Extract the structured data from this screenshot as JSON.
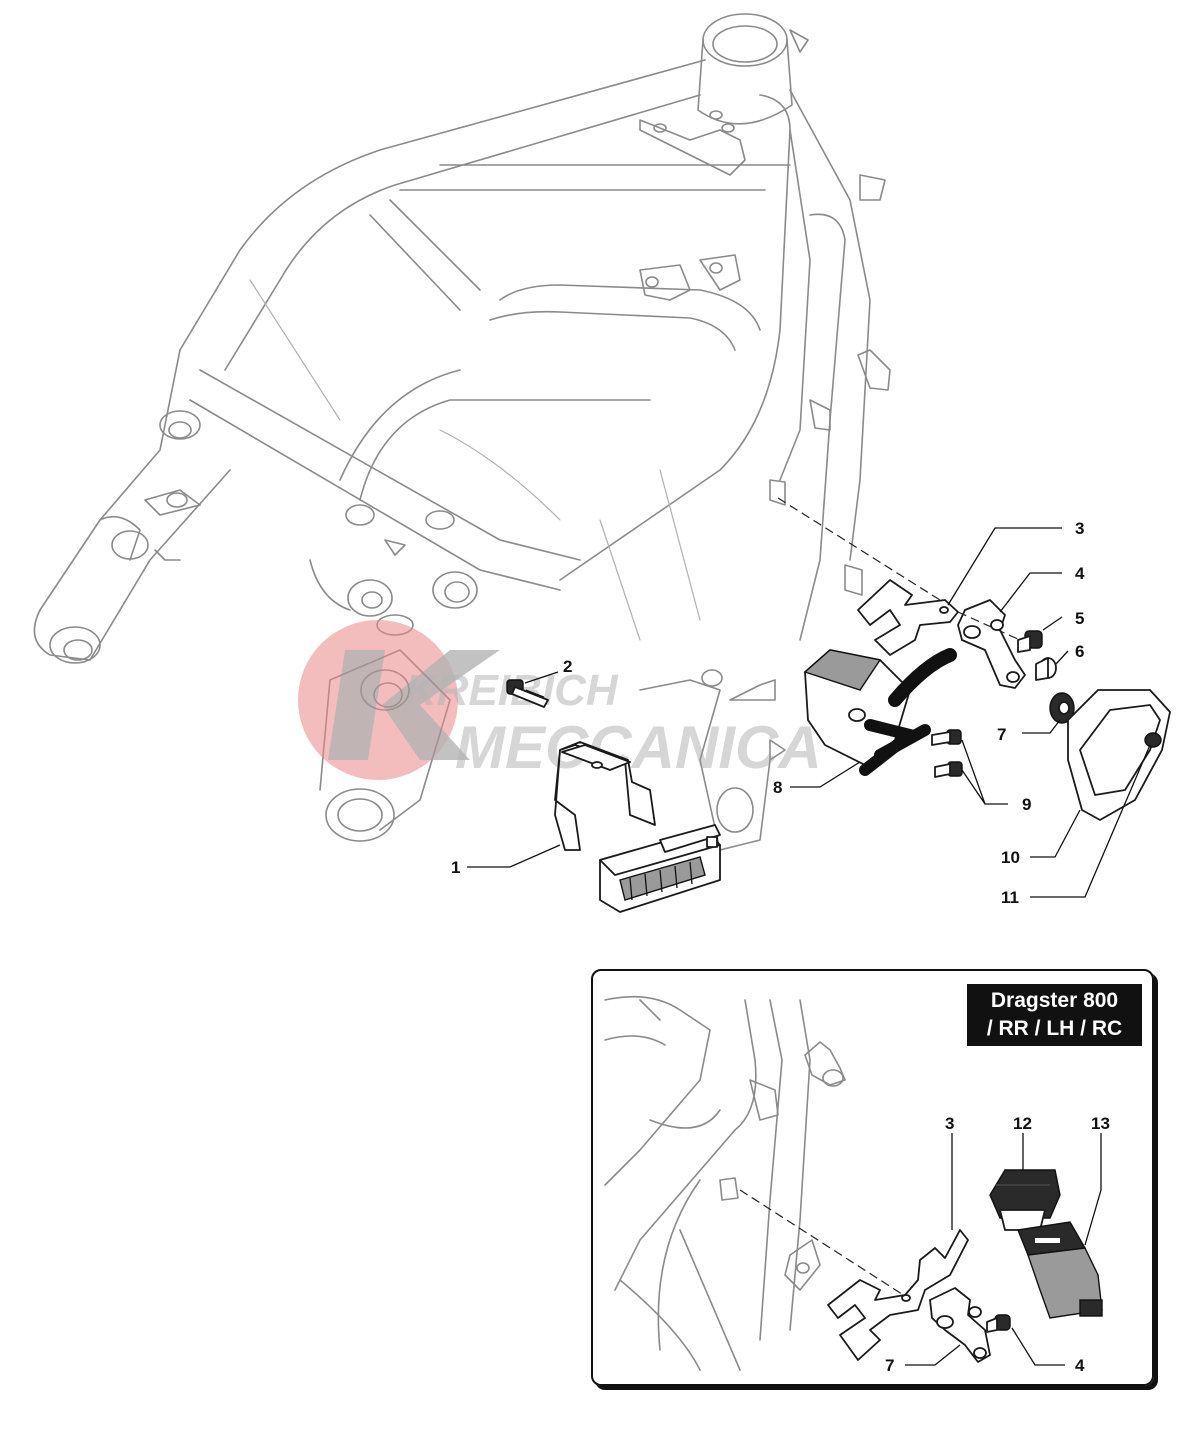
{
  "watermark": {
    "line1": "KREIBICH",
    "line2": "MECCANICA",
    "logo_color": "#e8888b"
  },
  "inset": {
    "label_line1": "Dragster 800",
    "label_line2": "/ RR / LH / RC"
  },
  "callouts_main": [
    "1",
    "2",
    "3",
    "4",
    "5",
    "6",
    "7",
    "8",
    "9",
    "10",
    "11"
  ],
  "callouts_inset": [
    "3",
    "12",
    "13",
    "7",
    "4"
  ]
}
